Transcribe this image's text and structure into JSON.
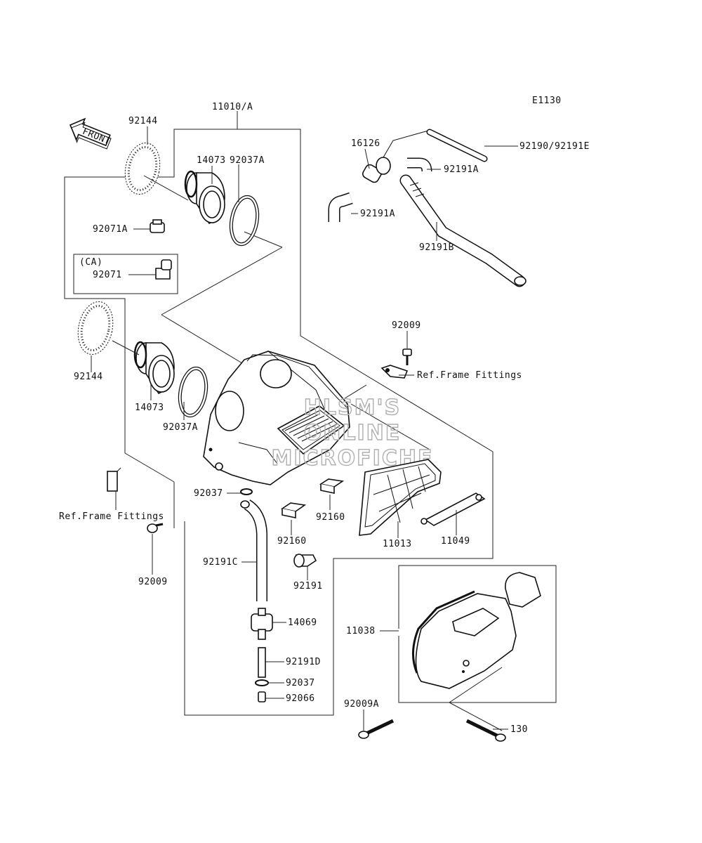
{
  "diagram_code": "E1130",
  "front_label": "FRONT",
  "ca_label": "(CA)",
  "watermark": [
    "HLSM'S",
    "ONLINE",
    "MICROFICHE"
  ],
  "labels": {
    "l_11010A": "11010/A",
    "l_92144_top": "92144",
    "l_14073_top": "14073",
    "l_92037A_top": "92037A",
    "l_92071A": "92071A",
    "l_92071": "92071",
    "l_92144_bot": "92144",
    "l_14073_bot": "14073",
    "l_92037A_bot": "92037A",
    "l_16126": "16126",
    "l_92190": "92190/92191E",
    "l_92191A_r": "92191A",
    "l_92191A_l": "92191A",
    "l_92191B": "92191B",
    "l_92009_top": "92009",
    "l_ref_right": "Ref.Frame Fittings",
    "l_ref_left": "Ref.Frame Fittings",
    "l_92037": "92037",
    "l_92160_a": "92160",
    "l_92160_b": "92160",
    "l_11013": "11013",
    "l_11049": "11049",
    "l_92009_left": "92009",
    "l_92191C": "92191C",
    "l_92191": "92191",
    "l_14069": "14069",
    "l_92191D": "92191D",
    "l_92037_b": "92037",
    "l_92066": "92066",
    "l_11038": "11038",
    "l_92009A": "92009A",
    "l_130": "130"
  }
}
